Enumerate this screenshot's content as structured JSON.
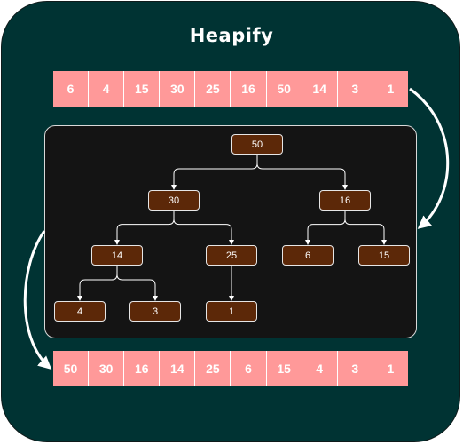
{
  "title": "Heapify",
  "input_array": [
    "6",
    "4",
    "15",
    "30",
    "25",
    "16",
    "50",
    "14",
    "3",
    "1"
  ],
  "output_array": [
    "50",
    "30",
    "16",
    "14",
    "25",
    "6",
    "15",
    "4",
    "3",
    "1"
  ],
  "tree": {
    "nodes": [
      {
        "id": "n50",
        "label": "50"
      },
      {
        "id": "n30",
        "label": "30"
      },
      {
        "id": "n16",
        "label": "16"
      },
      {
        "id": "n14",
        "label": "14"
      },
      {
        "id": "n25",
        "label": "25"
      },
      {
        "id": "n6",
        "label": "6"
      },
      {
        "id": "n15",
        "label": "15"
      },
      {
        "id": "n4",
        "label": "4"
      },
      {
        "id": "n3",
        "label": "3"
      },
      {
        "id": "n1",
        "label": "1"
      }
    ],
    "edges": [
      {
        "from": "n50",
        "to": "n30"
      },
      {
        "from": "n50",
        "to": "n16"
      },
      {
        "from": "n30",
        "to": "n14"
      },
      {
        "from": "n30",
        "to": "n25"
      },
      {
        "from": "n16",
        "to": "n6"
      },
      {
        "from": "n16",
        "to": "n15"
      },
      {
        "from": "n14",
        "to": "n4"
      },
      {
        "from": "n14",
        "to": "n3"
      },
      {
        "from": "n25",
        "to": "n1"
      }
    ]
  },
  "colors": {
    "panel": "#003333",
    "cell": "#ff9999",
    "tree_background": "#141414",
    "node": "#5c2808",
    "arrow": "#ffffff"
  }
}
